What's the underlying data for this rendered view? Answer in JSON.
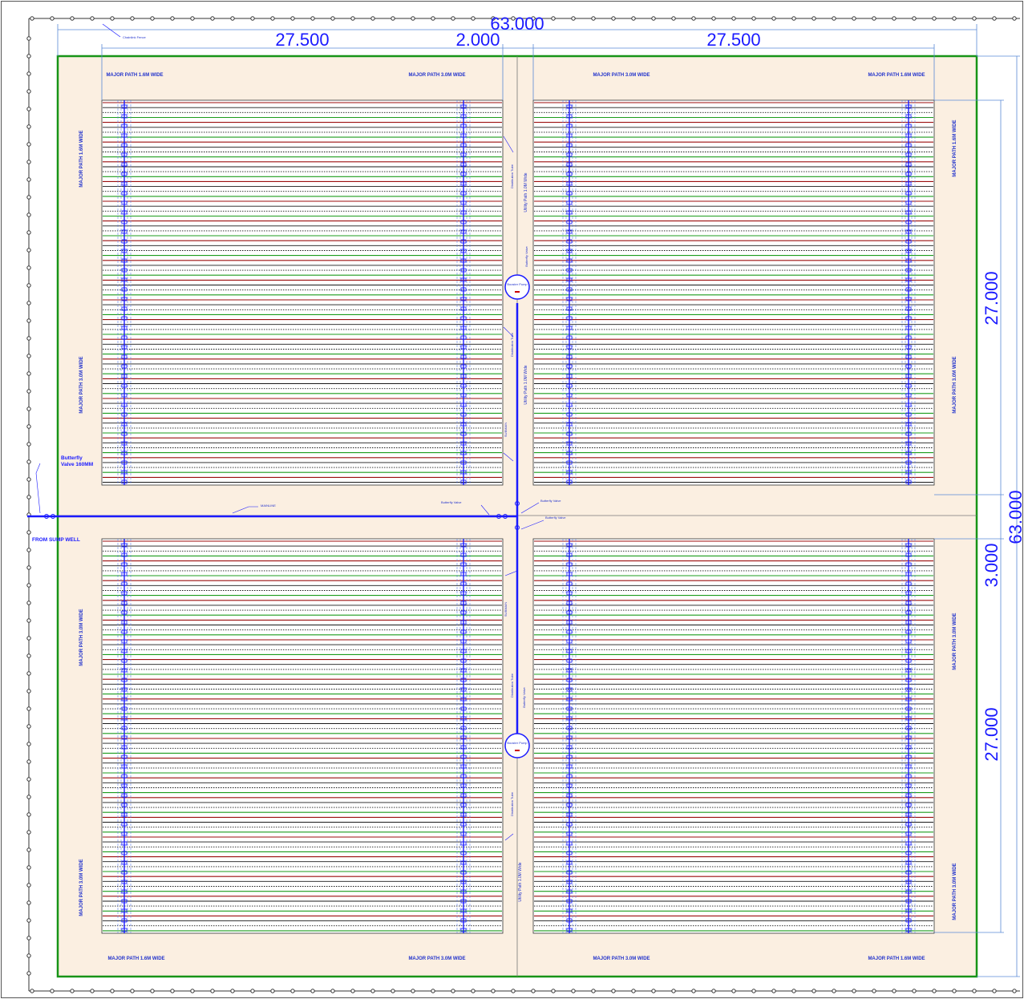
{
  "dimensions": {
    "overall_width": "63.000",
    "left_block_width": "27.500",
    "center_gap_width": "2.000",
    "right_block_width": "27.500",
    "upper_block_height": "27.000",
    "middle_gap_height": "3.000",
    "lower_block_height": "27.000",
    "overall_height": "63.000"
  },
  "labels": {
    "chainlink_fence": "Chainlink Fence",
    "major_path_1": "MAJOR PATH 1.6M WIDE",
    "major_path_3": "MAJOR PATH 3.0M WIDE",
    "utility_path": "Utility Path 1.0M Wide",
    "distribution_tube": "Distribution Tube",
    "butterfly_valve_main": "Butterfly\nValve 160MM",
    "butterfly_valve_small": "Butterfly Valve",
    "pump": "Booster Pump",
    "mainline": "MAINLINE",
    "from_sump": "FROM SUMP WELL",
    "submain": "SUBMAIN"
  },
  "colors": {
    "background": "#ffffff",
    "plot_fill": "#fbefe1",
    "boundary": "#179417",
    "row_green": "#1c9c1c",
    "row_red": "#9c0e0e",
    "row_dark": "#1a1a1a",
    "pipe": "#1a1aff",
    "dimension": "#1a1aff"
  }
}
